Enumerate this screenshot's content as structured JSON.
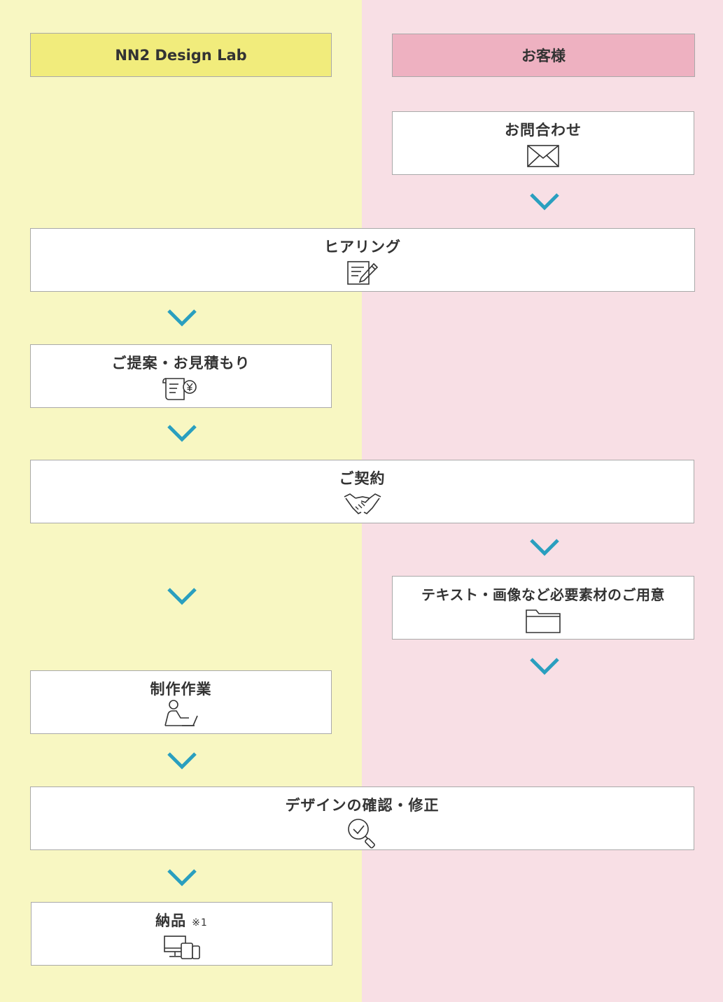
{
  "headers": {
    "left": "NN2 Design Lab",
    "right": "お客様"
  },
  "steps": {
    "inquiry": "お問合わせ",
    "hearing": "ヒアリング",
    "proposal": "ご提案・お見積もり",
    "contract": "ご契約",
    "materials": "テキスト・画像など必要素材のご用意",
    "production": "制作作業",
    "review": "デザインの確認・修正",
    "delivery": "納品",
    "delivery_note": "※1"
  },
  "colors": {
    "left_background": "#f8f7c2",
    "right_background": "#f8dfe5",
    "left_header": "#f1ec7c",
    "right_header": "#eeb1c1",
    "arrow": "#2a9fbf"
  },
  "icons": {
    "inquiry": "envelope-icon",
    "hearing": "document-edit-icon",
    "proposal": "invoice-yen-icon",
    "contract": "handshake-icon",
    "materials": "folder-icon",
    "production": "person-laptop-icon",
    "review": "magnifier-check-icon",
    "delivery": "devices-icon"
  }
}
